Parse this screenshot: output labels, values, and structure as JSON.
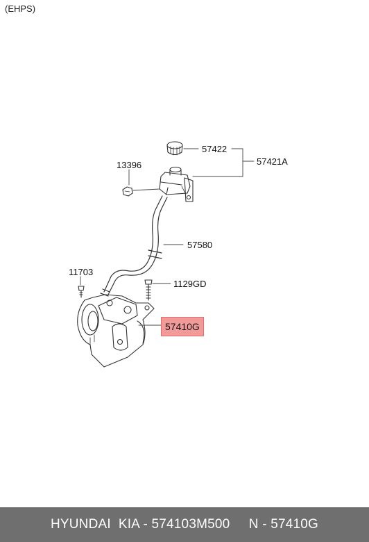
{
  "header": {
    "section_label": "(EHPS)"
  },
  "parts": {
    "cap": "57422",
    "reservoir": "57421A",
    "nut": "13396",
    "hose": "57580",
    "screw": "11703",
    "bolt": "1129GD",
    "pump": "57410G"
  },
  "highlight_color": "#f29a9a",
  "footer": {
    "text": "HYUNDAI  KIA - 574103M500     N - 57410G"
  }
}
